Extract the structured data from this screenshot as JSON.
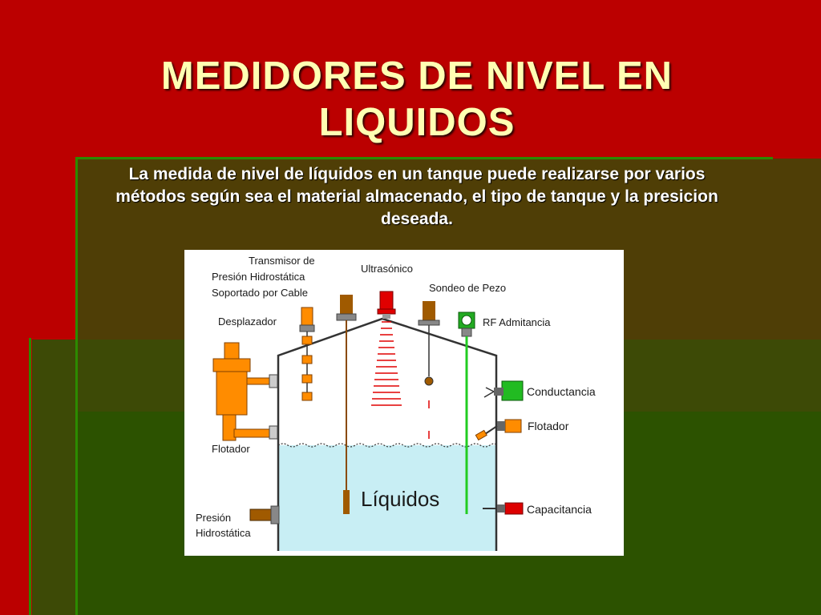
{
  "slide": {
    "title": "MEDIDORES DE NIVEL EN LIQUIDOS",
    "body": "La medida de nivel de líquidos en un tanque puede realizarse por varios métodos según sea el material almacenado, el tipo de tanque y la presicion deseada."
  },
  "diagram": {
    "labels": {
      "transmisor_line1": "Transmisor de",
      "transmisor_line2": "Presión Hidrostática",
      "transmisor_line3": "Soportado por Cable",
      "ultrasonico": "Ultrasónico",
      "sondeo": "Sondeo de Pezo",
      "desplazador": "Desplazador",
      "rf": "RF Admitancia",
      "conductancia": "Conductancia",
      "flotador_right": "Flotador",
      "flotador_left": "Flotador",
      "liquidos": "Líquidos",
      "presion_line1": "Presión",
      "presion_line2": "Hidrostática",
      "capacitancia": "Capacitancia"
    },
    "colors": {
      "liquid": "#c8eef4",
      "instrument": "#ff8c00",
      "instrument_dark": "#a05a00",
      "ultrasonic": "#e00000",
      "rf_probe": "#22cc22",
      "conductance": "#22bb22",
      "capacitance": "#dd0000"
    }
  }
}
